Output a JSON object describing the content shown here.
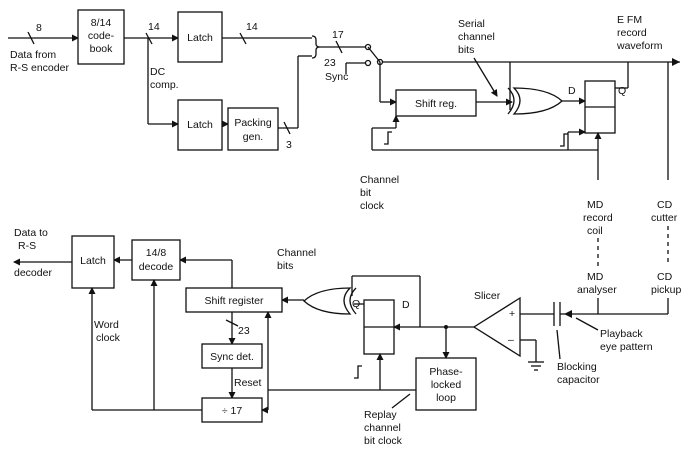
{
  "top": {
    "bus_8": "8",
    "input_label_1": "Data from",
    "input_label_2": "R-S encoder",
    "codebook_1": "8/14",
    "codebook_2": "code-",
    "codebook_3": "book",
    "bus_14a": "14",
    "latch": "Latch",
    "bus_14b": "14",
    "dc_comp_1": "DC",
    "dc_comp_2": "comp.",
    "packing_1": "Packing",
    "packing_2": "gen.",
    "bus_3": "3",
    "bus_17": "17",
    "bus_23": "23",
    "sync": "Sync",
    "shift_reg": "Shift reg.",
    "serial_1": "Serial",
    "serial_2": "channel",
    "serial_3": "bits",
    "d": "D",
    "q": "Q",
    "efm_1": "E FM",
    "efm_2": "record",
    "efm_3": "waveform",
    "channel_clock_1": "Channel",
    "channel_clock_2": "bit",
    "channel_clock_3": "clock"
  },
  "right": {
    "md_record_1": "MD",
    "md_record_2": "record",
    "md_record_3": "coil",
    "cd_cutter_1": "CD",
    "cd_cutter_2": "cutter",
    "md_analyser_1": "MD",
    "md_analyser_2": "analyser",
    "cd_pickup_1": "CD",
    "cd_pickup_2": "pickup",
    "eye_1": "Playback",
    "eye_2": "eye pattern",
    "cap_1": "Blocking",
    "cap_2": "capacitor"
  },
  "bottom": {
    "slicer": "Slicer",
    "plus": "+",
    "minus": "–",
    "d": "D",
    "q": "Q",
    "channel_bits_1": "Channel",
    "channel_bits_2": "bits",
    "shift_register": "Shift register",
    "bus_23": "23",
    "sync_det": "Sync det.",
    "reset": "Reset",
    "divide": "÷ 17",
    "pll_1": "Phase-",
    "pll_2": "locked",
    "pll_3": "loop",
    "replay_1": "Replay",
    "replay_2": "channel",
    "replay_3": "bit clock",
    "decode_1": "14/8",
    "decode_2": "decode",
    "latch": "Latch",
    "output_1": "Data to",
    "output_2": "R-S",
    "output_3": "decoder",
    "word_clock_1": "Word",
    "word_clock_2": "clock"
  }
}
